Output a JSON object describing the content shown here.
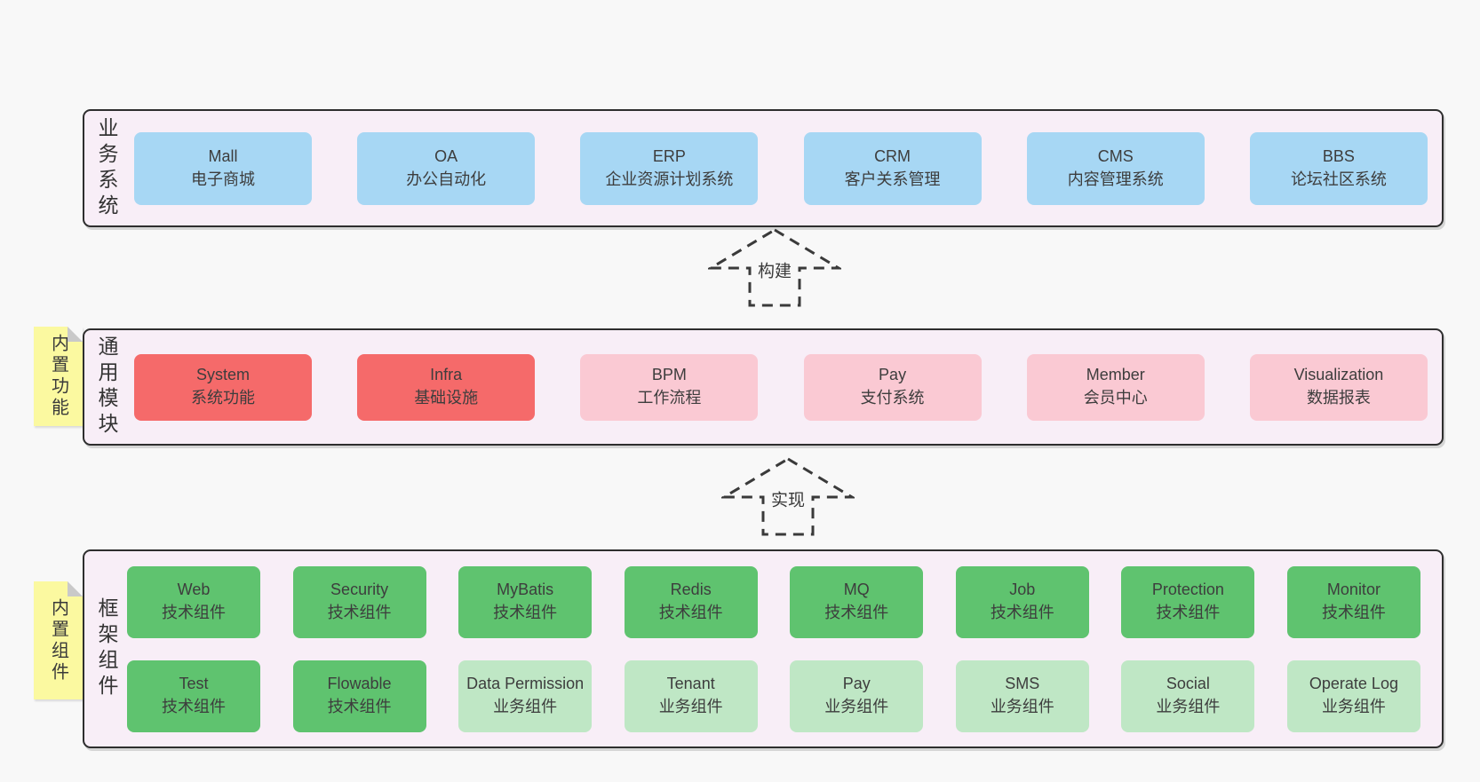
{
  "colors": {
    "page_bg": "#f8f8f8",
    "band_bg": "#f8eef7",
    "band_border": "#2e2e2e",
    "blue_box": "#a7d7f4",
    "red_box": "#f56a6a",
    "pink_box": "#fac9d3",
    "green_box": "#5fc36f",
    "light_green_box": "#bfe7c5",
    "sticky_yellow": "#fbf9a0",
    "text": "#3d3d3d"
  },
  "bands": [
    {
      "label": "业务系统",
      "boxes": [
        {
          "en": "Mall",
          "zh": "电子商城",
          "variant": "blue"
        },
        {
          "en": "OA",
          "zh": "办公自动化",
          "variant": "blue"
        },
        {
          "en": "ERP",
          "zh": "企业资源计划系统",
          "variant": "blue"
        },
        {
          "en": "CRM",
          "zh": "客户关系管理",
          "variant": "blue"
        },
        {
          "en": "CMS",
          "zh": "内容管理系统",
          "variant": "blue"
        },
        {
          "en": "BBS",
          "zh": "论坛社区系统",
          "variant": "blue"
        }
      ]
    },
    {
      "label": "通用模块",
      "sticky": "内置功能",
      "boxes": [
        {
          "en": "System",
          "zh": "系统功能",
          "variant": "red"
        },
        {
          "en": "Infra",
          "zh": "基础设施",
          "variant": "red"
        },
        {
          "en": "BPM",
          "zh": "工作流程",
          "variant": "pink"
        },
        {
          "en": "Pay",
          "zh": "支付系统",
          "variant": "pink"
        },
        {
          "en": "Member",
          "zh": "会员中心",
          "variant": "pink"
        },
        {
          "en": "Visualization",
          "zh": "数据报表",
          "variant": "pink"
        }
      ]
    },
    {
      "label": "框架组件",
      "sticky": "内置组件",
      "rows": [
        [
          {
            "en": "Web",
            "zh": "技术组件",
            "variant": "green"
          },
          {
            "en": "Security",
            "zh": "技术组件",
            "variant": "green"
          },
          {
            "en": "MyBatis",
            "zh": "技术组件",
            "variant": "green"
          },
          {
            "en": "Redis",
            "zh": "技术组件",
            "variant": "green"
          },
          {
            "en": "MQ",
            "zh": "技术组件",
            "variant": "green"
          },
          {
            "en": "Job",
            "zh": "技术组件",
            "variant": "green"
          },
          {
            "en": "Protection",
            "zh": "技术组件",
            "variant": "green"
          },
          {
            "en": "Monitor",
            "zh": "技术组件",
            "variant": "green"
          }
        ],
        [
          {
            "en": "Test",
            "zh": "技术组件",
            "variant": "green"
          },
          {
            "en": "Flowable",
            "zh": "技术组件",
            "variant": "green"
          },
          {
            "en": "Data Permission",
            "zh": "业务组件",
            "variant": "greenlight"
          },
          {
            "en": "Tenant",
            "zh": "业务组件",
            "variant": "greenlight"
          },
          {
            "en": "Pay",
            "zh": "业务组件",
            "variant": "greenlight"
          },
          {
            "en": "SMS",
            "zh": "业务组件",
            "variant": "greenlight"
          },
          {
            "en": "Social",
            "zh": "业务组件",
            "variant": "greenlight"
          },
          {
            "en": "Operate Log",
            "zh": "业务组件",
            "variant": "greenlight"
          }
        ]
      ]
    }
  ],
  "arrows": [
    {
      "label": "构建"
    },
    {
      "label": "实现"
    }
  ]
}
